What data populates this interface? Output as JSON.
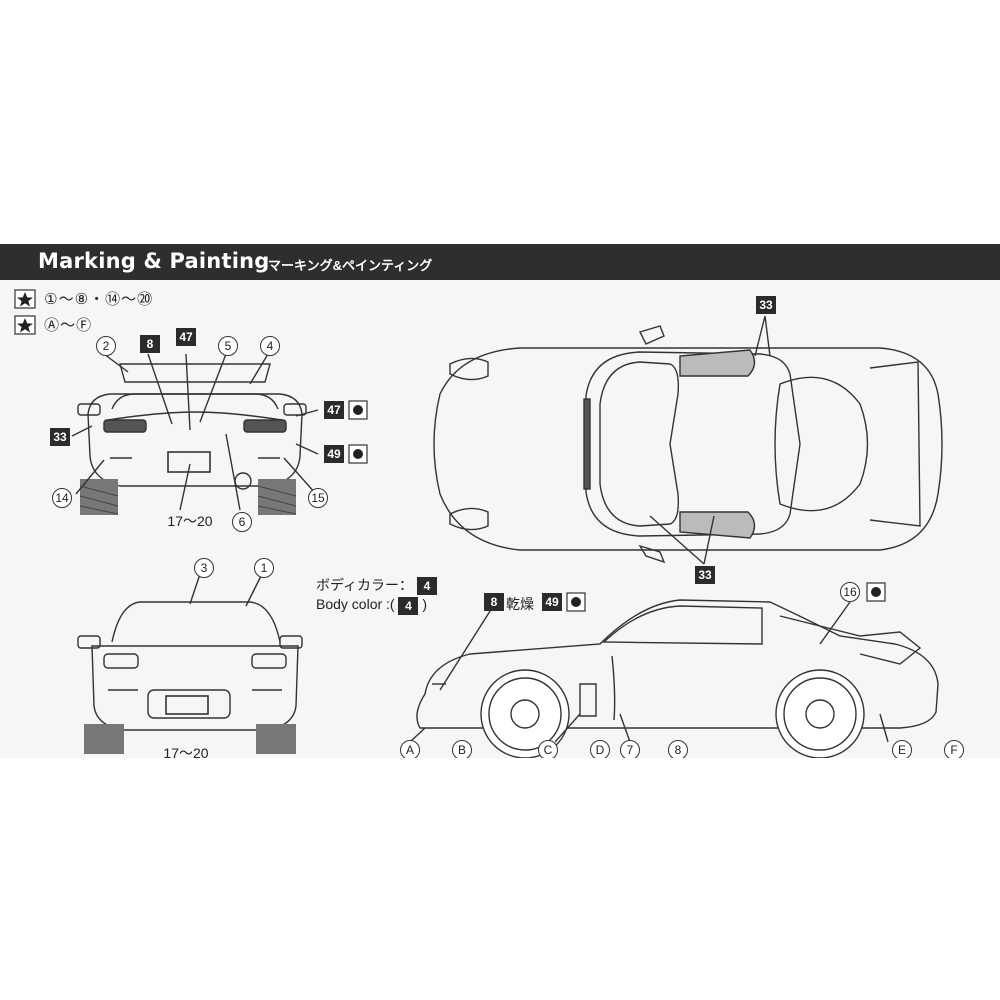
{
  "header": {
    "title_en": "Marking & Painting",
    "title_jp": "マーキング&ペインティング"
  },
  "legend": [
    {
      "icon": "star-badge-icon",
      "text": "①～⑧・⑭～⑳"
    },
    {
      "icon": "star-badge-icon",
      "text": "Ⓐ～Ⓕ"
    }
  ],
  "rear_view": {
    "callouts_top": [
      "2",
      "8",
      "47",
      "5",
      "4"
    ],
    "callouts_bottom": [
      "14",
      "17～20",
      "6",
      "15"
    ],
    "side_left": "33",
    "side_right": [
      "47",
      "49"
    ]
  },
  "top_view": {
    "callout_top": "33",
    "callout_bottom": "33"
  },
  "front_view": {
    "callouts_top": [
      "3",
      "1"
    ],
    "callout_bottom": "17～20"
  },
  "body_color": {
    "jp_label": "ボディカラー：",
    "en_label": "Body color :(",
    "en_close": ")",
    "color_code": "4"
  },
  "side_view": {
    "callout_8": "8",
    "dry_label": "乾燥",
    "callout_49": "49",
    "callout_16": "16",
    "bottom_labels": [
      "A",
      "B",
      "C",
      "D",
      "7",
      "8",
      "E",
      "F"
    ]
  },
  "colors": {
    "header_bg": "#2e2e2e",
    "sheet_bg": "#f6f6f5",
    "line": "#333333"
  }
}
